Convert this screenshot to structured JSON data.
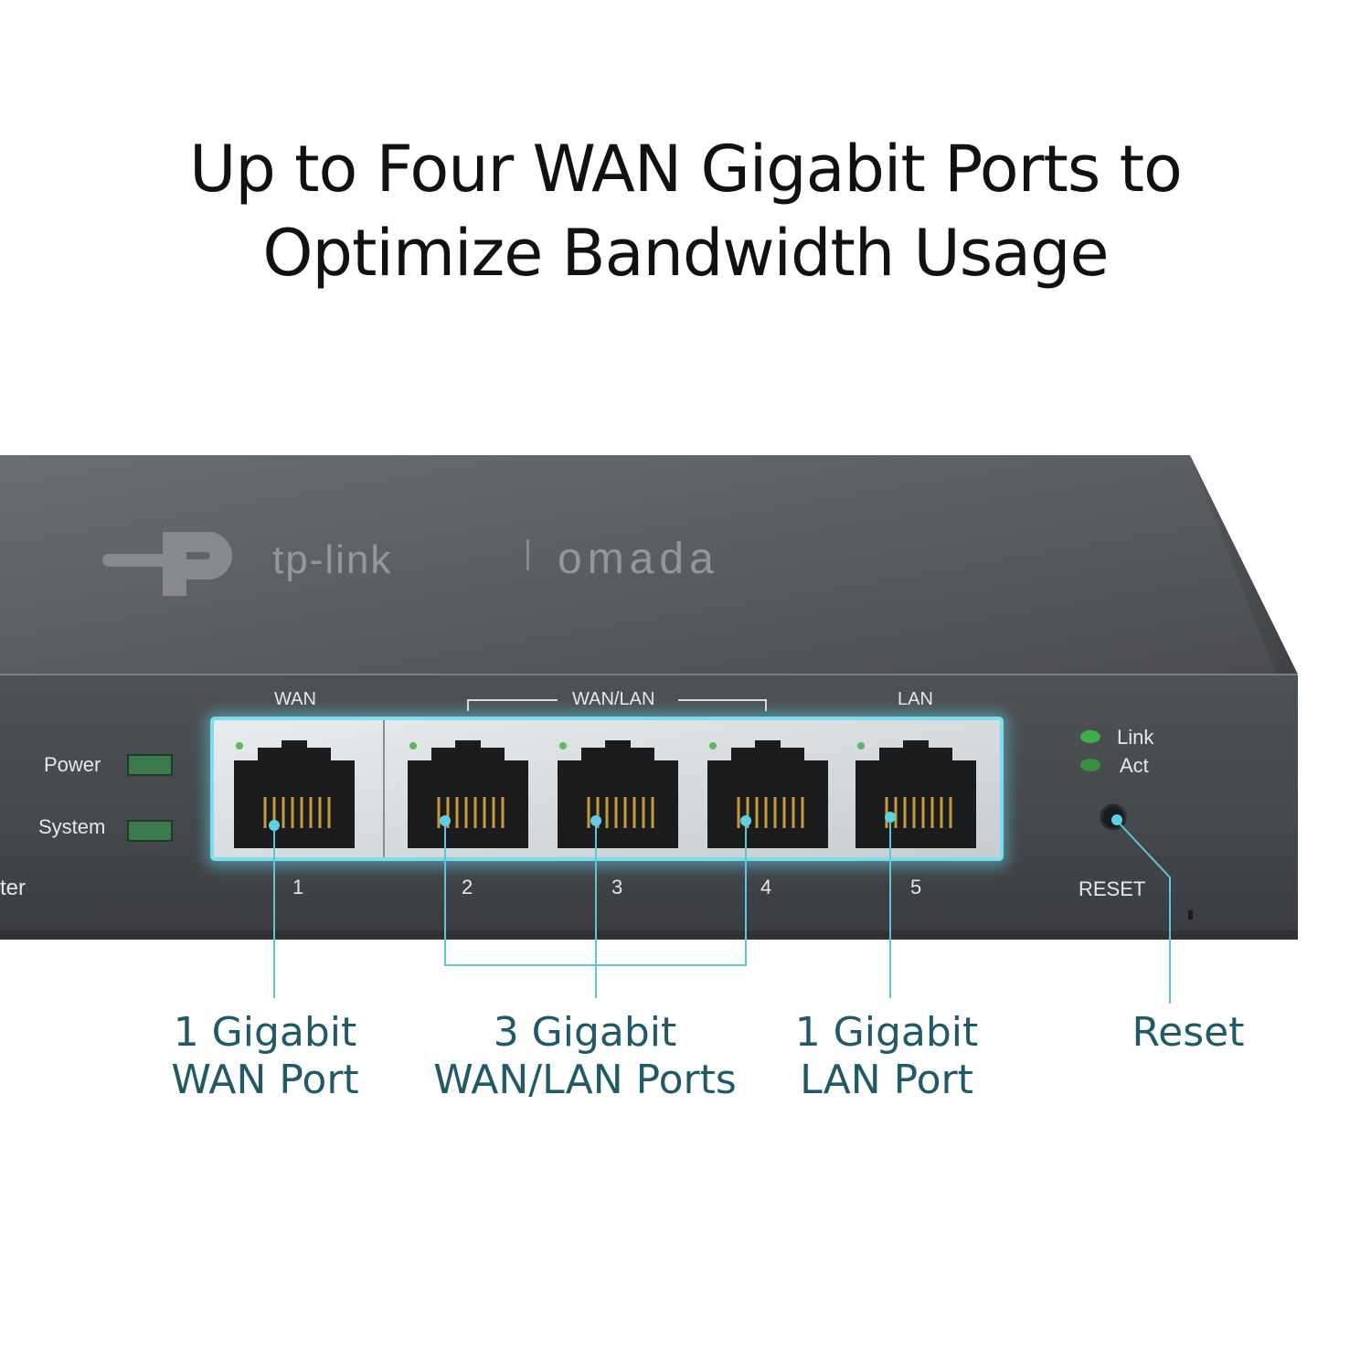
{
  "headline": {
    "line1": "Up to Four WAN Gigabit Ports to",
    "line2": "Optimize Bandwidth Usage"
  },
  "device": {
    "brand": "tp-link",
    "product_line": "Omada",
    "model_fragment": "ter",
    "leds": [
      {
        "label": "Power"
      },
      {
        "label": "System"
      }
    ],
    "group_labels": {
      "wan": "WAN",
      "wanlan": "WAN/LAN",
      "lan": "LAN"
    },
    "ports": [
      "1",
      "2",
      "3",
      "4",
      "5"
    ],
    "status": {
      "link": "Link",
      "act": "Act"
    },
    "reset_label": "RESET"
  },
  "callouts": {
    "wan": {
      "line1": "1 Gigabit",
      "line2": "WAN Port"
    },
    "wanlan": {
      "line1": "3 Gigabit",
      "line2": "WAN/LAN Ports"
    },
    "lan": {
      "line1": "1 Gigabit",
      "line2": "LAN Port"
    },
    "reset": {
      "line1": "Reset"
    }
  },
  "colors": {
    "accent": "#5fd0e3",
    "callout_text": "#1f5a66",
    "led_green": "#3c7a4e",
    "chassis": "#4a4d51"
  }
}
